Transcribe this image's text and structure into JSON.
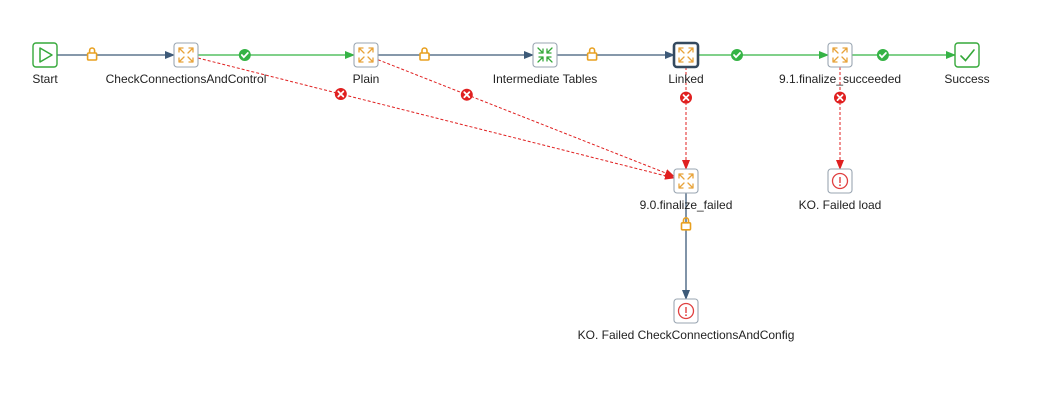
{
  "colors": {
    "start_green": "#35a83a",
    "transform_orange": "#e8a33a",
    "connector_blue": "#3d5a78",
    "success_line": "#35b345",
    "failure_red": "#e02020",
    "lock_amber": "#e8a020",
    "error_icon": "#e04040",
    "node_border": "#9aa6b2",
    "selected_border": "#34495e"
  },
  "nodes": [
    {
      "id": "start",
      "label": "Start",
      "icon": "play-icon",
      "selected": false
    },
    {
      "id": "check",
      "label": "CheckConnectionsAndControl",
      "icon": "transform-icon",
      "selected": false
    },
    {
      "id": "plain",
      "label": "Plain",
      "icon": "transform-icon",
      "selected": false
    },
    {
      "id": "intermediate",
      "label": "Intermediate Tables",
      "icon": "merge-icon",
      "selected": false
    },
    {
      "id": "linked",
      "label": "Linked",
      "icon": "transform-icon",
      "selected": true
    },
    {
      "id": "fin_succ",
      "label": "9.1.finalize_succeeded",
      "icon": "transform-icon",
      "selected": false
    },
    {
      "id": "success",
      "label": "Success",
      "icon": "check-icon",
      "selected": false
    },
    {
      "id": "fin_fail",
      "label": "9.0.finalize_failed",
      "icon": "transform-icon",
      "selected": false
    },
    {
      "id": "ko_load",
      "label": "KO. Failed load",
      "icon": "abort-icon",
      "selected": false
    },
    {
      "id": "ko_check",
      "label": "KO. Failed CheckConnectionsAndConfig",
      "icon": "abort-icon",
      "selected": false
    }
  ],
  "hops": [
    {
      "from": "start",
      "to": "check",
      "type": "unconditional"
    },
    {
      "from": "check",
      "to": "plain",
      "type": "success"
    },
    {
      "from": "plain",
      "to": "intermediate",
      "type": "unconditional"
    },
    {
      "from": "intermediate",
      "to": "linked",
      "type": "unconditional"
    },
    {
      "from": "linked",
      "to": "fin_succ",
      "type": "success"
    },
    {
      "from": "fin_succ",
      "to": "success",
      "type": "success"
    },
    {
      "from": "check",
      "to": "fin_fail",
      "type": "failure"
    },
    {
      "from": "plain",
      "to": "fin_fail",
      "type": "failure"
    },
    {
      "from": "linked",
      "to": "fin_fail",
      "type": "failure"
    },
    {
      "from": "fin_succ",
      "to": "ko_load",
      "type": "failure"
    },
    {
      "from": "fin_fail",
      "to": "ko_check",
      "type": "unconditional"
    }
  ]
}
